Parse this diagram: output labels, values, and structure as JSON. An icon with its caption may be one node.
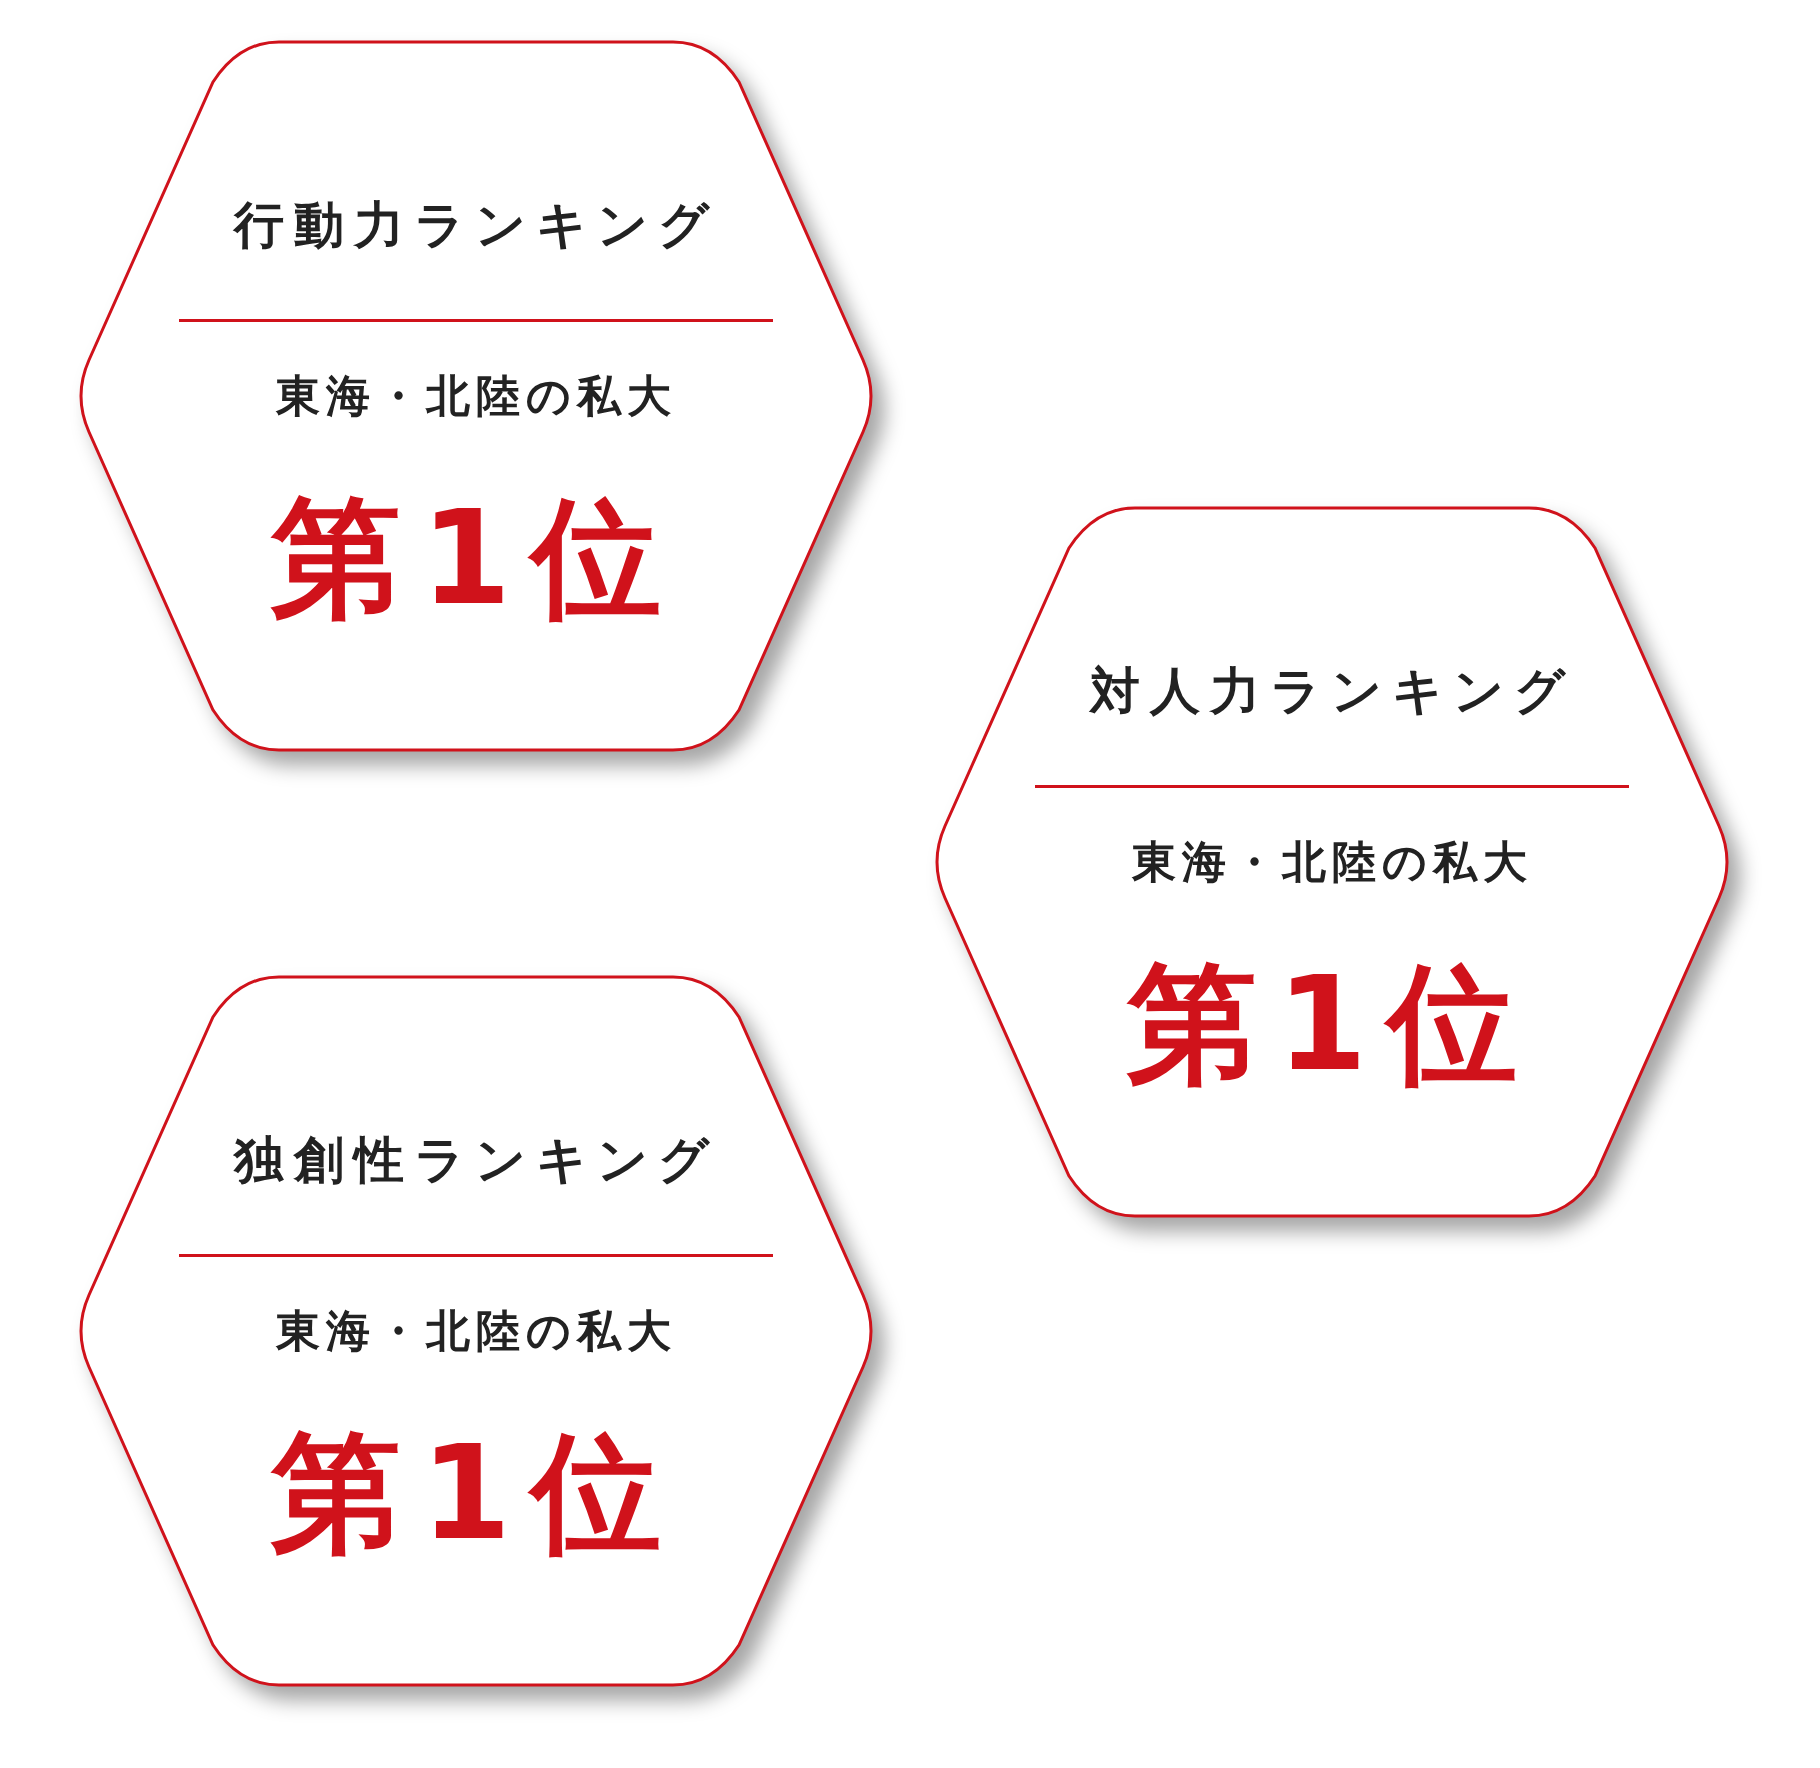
{
  "diagram": {
    "nodes": [
      {
        "text": [
          "行動力ランキング",
          "東海・北陸の私大",
          "第1位"
        ]
      },
      {
        "text": [
          "対人力ランキング",
          "東海・北陸の私大",
          "第1位"
        ]
      },
      {
        "text": [
          "独創性ランキング",
          "東海・北陸の私大",
          "第1位"
        ]
      }
    ]
  }
}
